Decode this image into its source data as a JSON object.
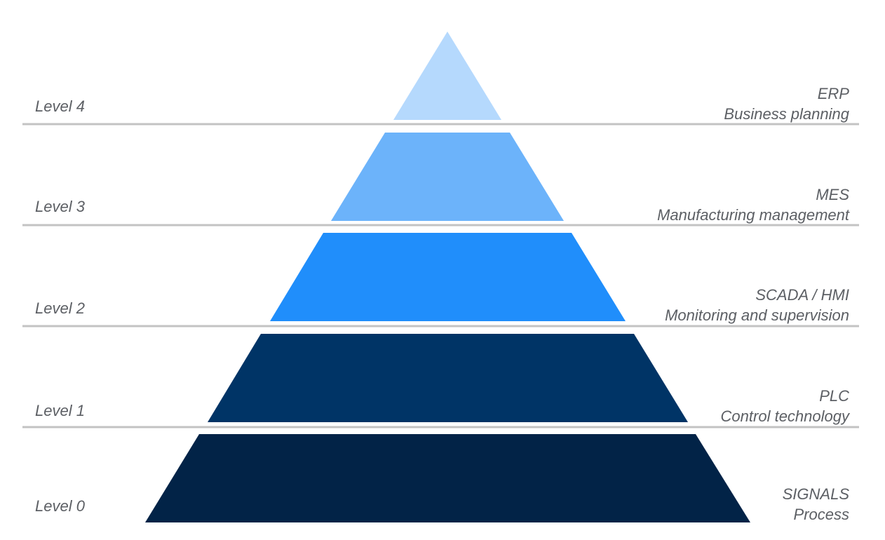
{
  "tiers": [
    {
      "level": "Level 4",
      "system": "ERP",
      "description": "Business planning",
      "color": "#b5d9fd"
    },
    {
      "level": "Level 3",
      "system": "MES",
      "description": "Manufacturing management",
      "color": "#6cb3fa"
    },
    {
      "level": "Level 2",
      "system": "SCADA / HMI",
      "description": "Monitoring and supervision",
      "color": "#208efb"
    },
    {
      "level": "Level 1",
      "system": "PLC",
      "description": "Control technology",
      "color": "#003466"
    },
    {
      "level": "Level 0",
      "system": "SIGNALS",
      "description": "Process",
      "color": "#022347"
    }
  ],
  "divider_color": "#c3c3c3"
}
